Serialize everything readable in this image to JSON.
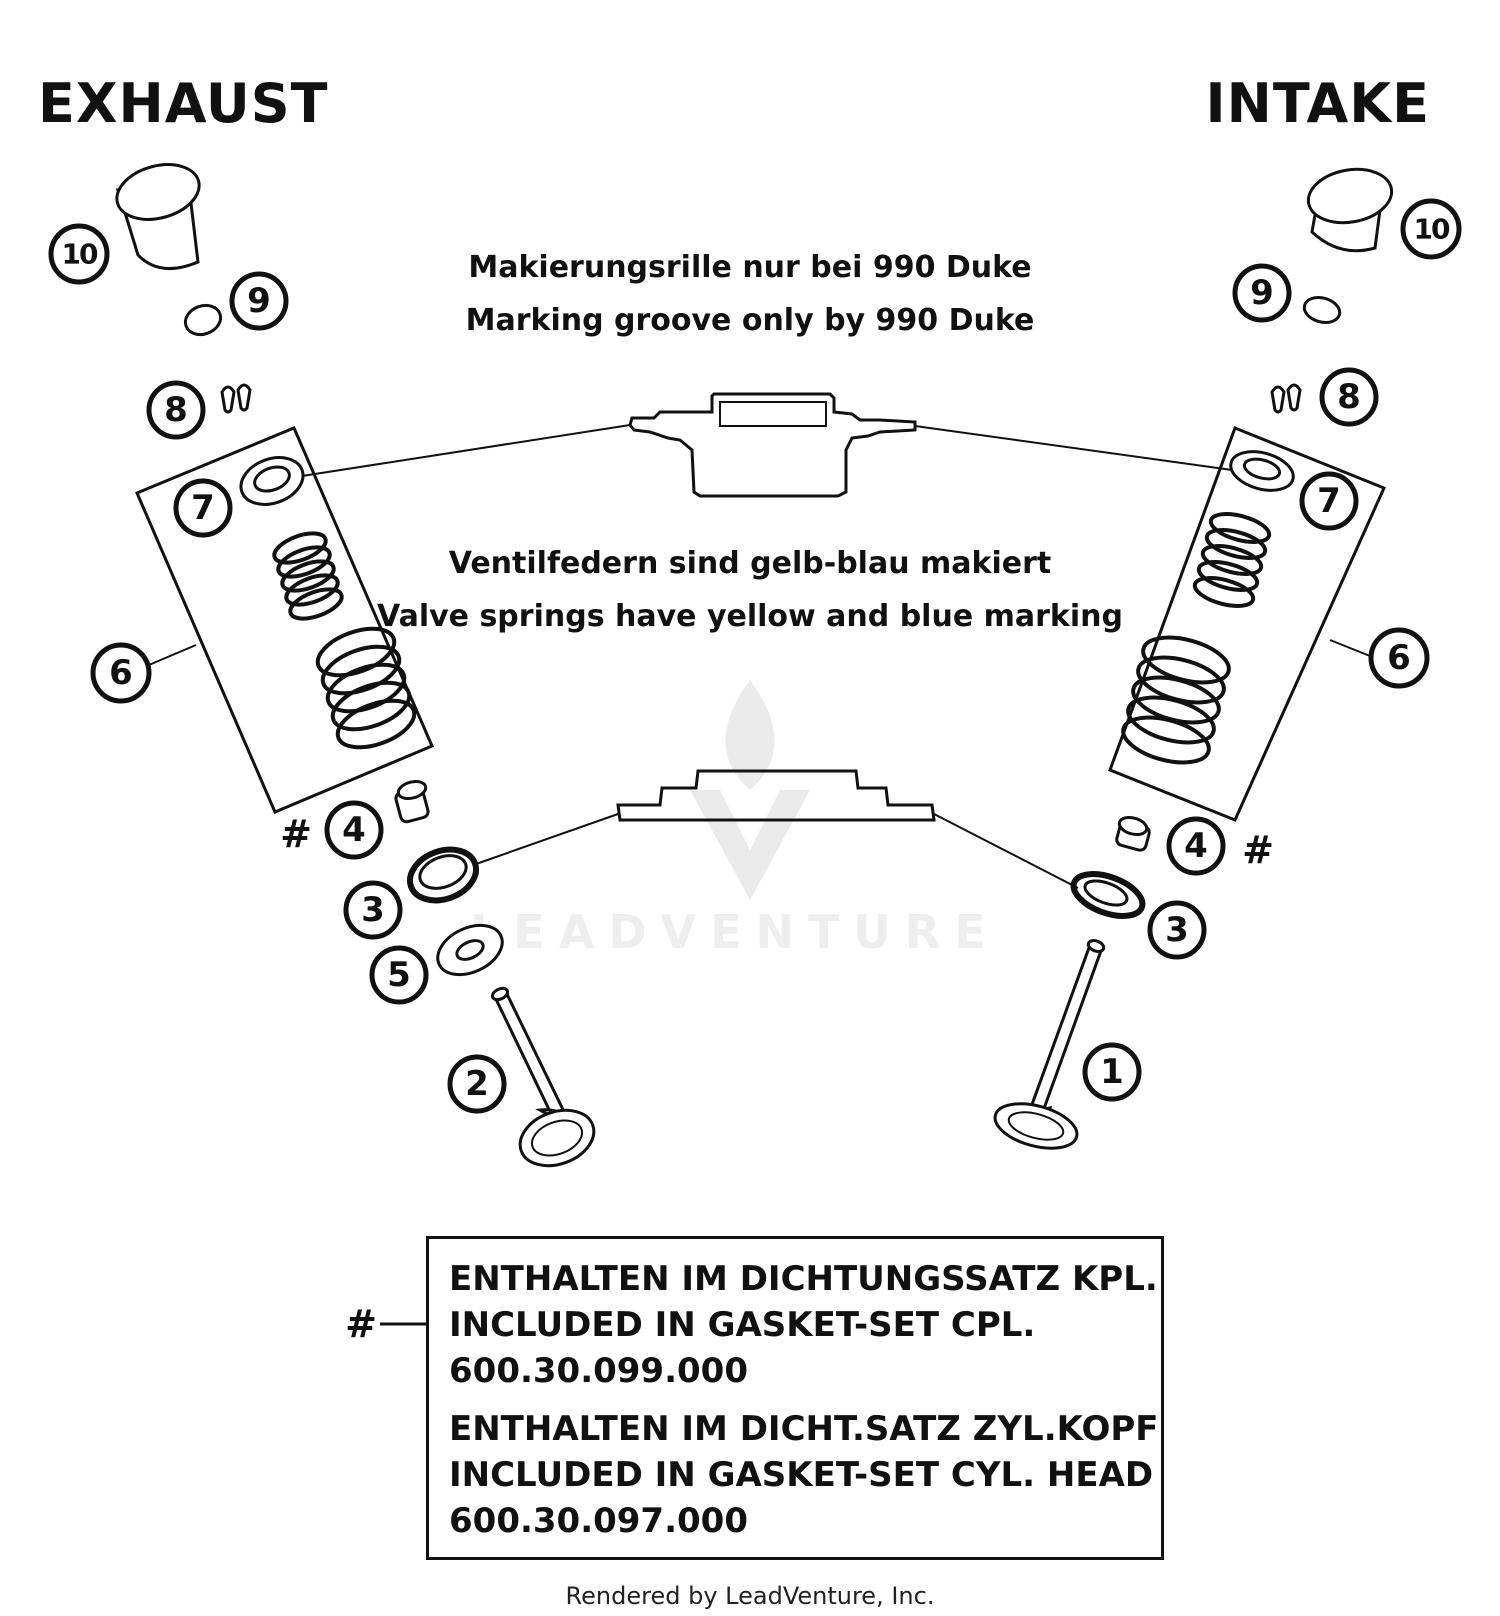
{
  "headings": {
    "exhaust": "EXHAUST",
    "intake": "INTAKE"
  },
  "notes": {
    "groove_de": "Makierungsrille nur bei 990 Duke",
    "groove_en": "Marking groove only by 990 Duke",
    "springs_de": "Ventilfedern sind gelb-blau makiert",
    "springs_en": "Valve springs have yellow and blue marking"
  },
  "callouts": {
    "ex10": "10",
    "ex9": "9",
    "ex8": "8",
    "ex7": "7",
    "ex6": "6",
    "ex4": "4",
    "ex3": "3",
    "ex5": "5",
    "ex2": "2",
    "in10": "10",
    "in9": "9",
    "in8": "8",
    "in7": "7",
    "in6": "6",
    "in4": "4",
    "in3": "3",
    "in1": "1"
  },
  "hash_marks": {
    "symbol": "#"
  },
  "legend": {
    "marker": "#",
    "line1": "ENTHALTEN IM DICHTUNGSSATZ KPL.",
    "line2": "INCLUDED IN GASKET-SET CPL.",
    "line3": "600.30.099.000",
    "line4": "ENTHALTEN IM DICHT.SATZ ZYL.KOPF",
    "line5": "INCLUDED IN GASKET-SET CYL. HEAD",
    "line6": "600.30.097.000"
  },
  "watermark": "LEADVENTURE",
  "footer": "Rendered by LeadVenture, Inc."
}
